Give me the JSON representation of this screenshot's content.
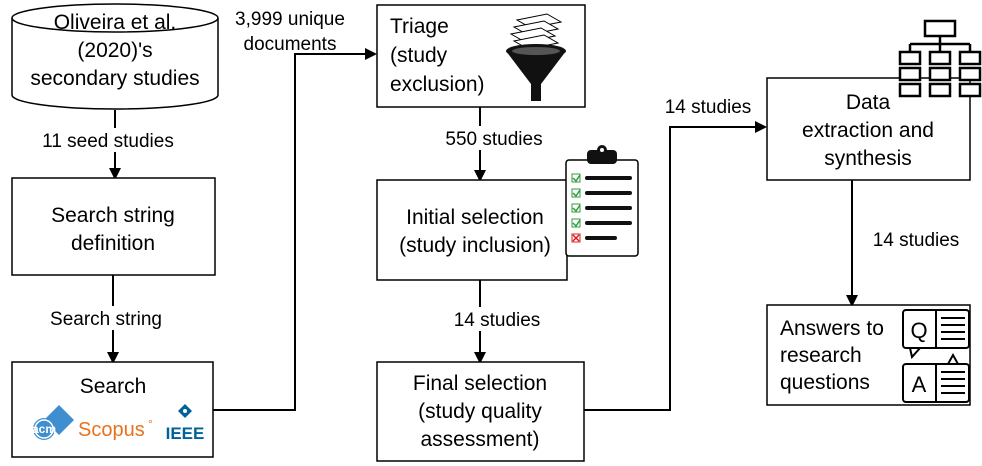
{
  "nodes": {
    "source": [
      "Oliveira et al.",
      "(2020)'s",
      "secondary studies"
    ],
    "search_string_def": [
      "Search string",
      "definition"
    ],
    "search": [
      "Search"
    ],
    "triage": [
      "Triage",
      "(study",
      "exclusion)"
    ],
    "initial_selection": [
      "Initial selection",
      "(study inclusion)"
    ],
    "final_selection": [
      "Final selection",
      "(study quality",
      "assessment)"
    ],
    "data_extraction": [
      "Data",
      "extraction and",
      "synthesis"
    ],
    "answers": [
      "Answers to",
      "research",
      "questions"
    ]
  },
  "edges": {
    "seed": "11 seed studies",
    "search_string": "Search string",
    "unique_docs": [
      "3,999 unique",
      "documents"
    ],
    "triage_out": "550 studies",
    "initial_out": "14 studies",
    "final_out": "14 studies",
    "extraction_out": "14 studies"
  },
  "logos": {
    "acm": "acm",
    "scopus": "Scopus",
    "scopus_mark": "°",
    "ieee": "IEEE"
  },
  "qa_icon": {
    "q": "Q",
    "a": "A"
  },
  "colors": {
    "acm": "#3f8fd0",
    "scopus": "#e9711c",
    "ieee": "#00629b",
    "check": "#2e9e3a",
    "cross": "#d62020"
  }
}
